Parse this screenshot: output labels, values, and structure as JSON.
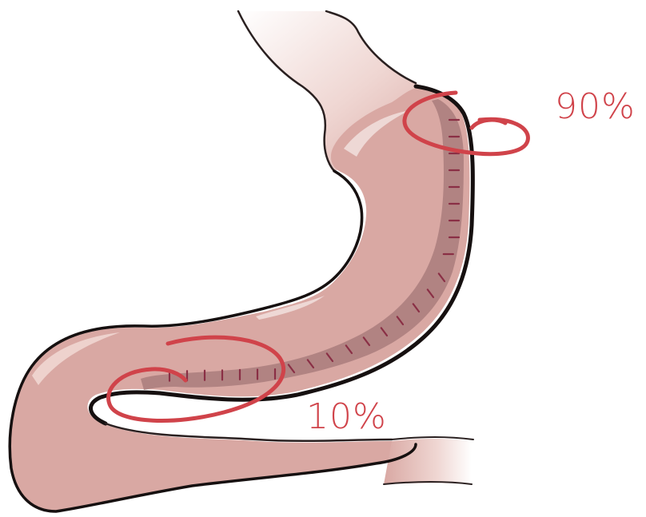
{
  "annotations": {
    "upper_label": "90%",
    "lower_label": "10%"
  },
  "colors": {
    "tissue": "#d9a8a3",
    "tissue_light": "#efd6d2",
    "tissue_dark": "#a97d7c",
    "outline": "#1a1414",
    "staple": "#8a2f45",
    "annotation": "#d0434a"
  },
  "icons": {
    "organ": "stomach-drawing",
    "upper_marker": "circle-annotation",
    "lower_marker": "circle-annotation"
  }
}
